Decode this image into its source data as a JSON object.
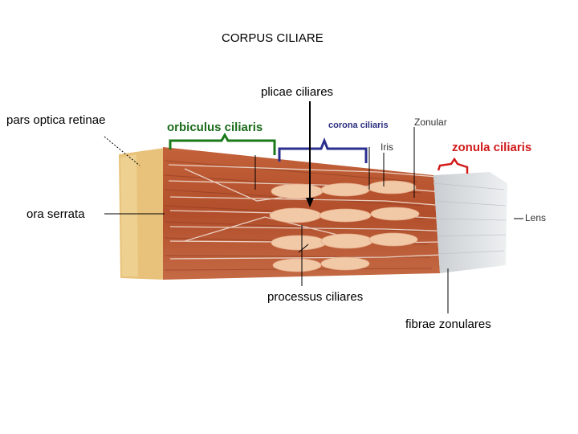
{
  "title": "CORPUS CILIARE",
  "labels": {
    "plicae_ciliares": "plicae ciliares",
    "pars_optica_retinae": "pars optica retinae",
    "orbiculus_ciliaris": "orbiculus ciliaris",
    "corona_ciliaris": "corona ciliaris",
    "zonular": "Zonular",
    "iris": "Iris",
    "zonula_ciliaris": "zonula ciliaris",
    "ora_serrata": "ora serrata",
    "lens": "Lens",
    "processus_ciliares": "processus ciliares",
    "fibrae_zonulares": "fibrae zonulares"
  },
  "colors": {
    "orbiculus": "#1a7a1a",
    "corona": "#2b2f8e",
    "zonula": "#d11a1a",
    "retina": "#e9c77a",
    "muscle": "#b9542f",
    "process": "#f0c7a8",
    "lens": "#d8dde0"
  }
}
